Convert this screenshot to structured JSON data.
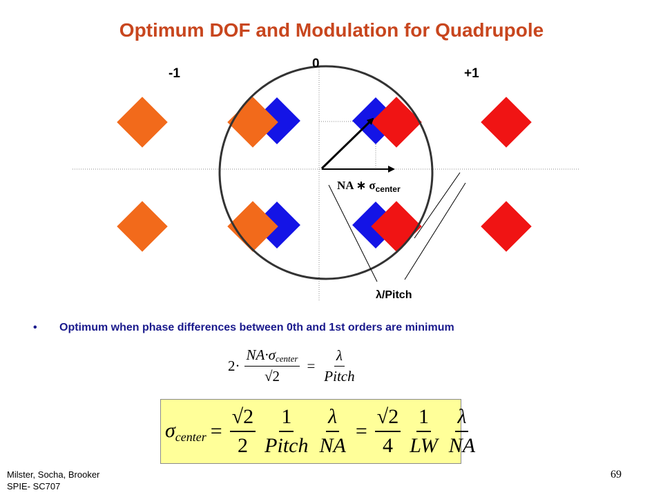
{
  "title": "Optimum DOF and Modulation for Quadrupole",
  "orders": {
    "minus": "-1",
    "zero": "0",
    "plus": "+1"
  },
  "na_label": {
    "main": "NA ∗ σ",
    "sub": "center"
  },
  "pitch_label": "λ/Pitch",
  "bullet": "Optimum when phase differences between 0th and 1st orders are minimum",
  "equation1": {
    "coef": "2·",
    "lhs_num_a": "NA·σ",
    "lhs_num_sub": "center",
    "lhs_den": "√2",
    "eq": "=",
    "rhs_num": "λ",
    "rhs_den": "Pitch"
  },
  "equation2": {
    "sigma": "σ",
    "sigma_sub": "center",
    "eq": "=",
    "f1_num": "√2",
    "f1_den": "2",
    "f2_num": "1",
    "f2_den": "Pitch",
    "f3_num": "λ",
    "f3_den": "NA",
    "f4_num": "√2",
    "f4_den": "4",
    "f5_num": "1",
    "f5_den": "LW",
    "f6_num": "λ",
    "f6_den": "NA"
  },
  "footer": {
    "line1": "Milster, Socha, Brooker",
    "line2": "SPIE- SC707"
  },
  "page_number": "69",
  "colors": {
    "title": "#c8461e",
    "orange": "#f26a1b",
    "blue": "#1414e6",
    "red": "#f01414",
    "bullet": "#1a1a8c",
    "eqbox": "#ffff99"
  }
}
